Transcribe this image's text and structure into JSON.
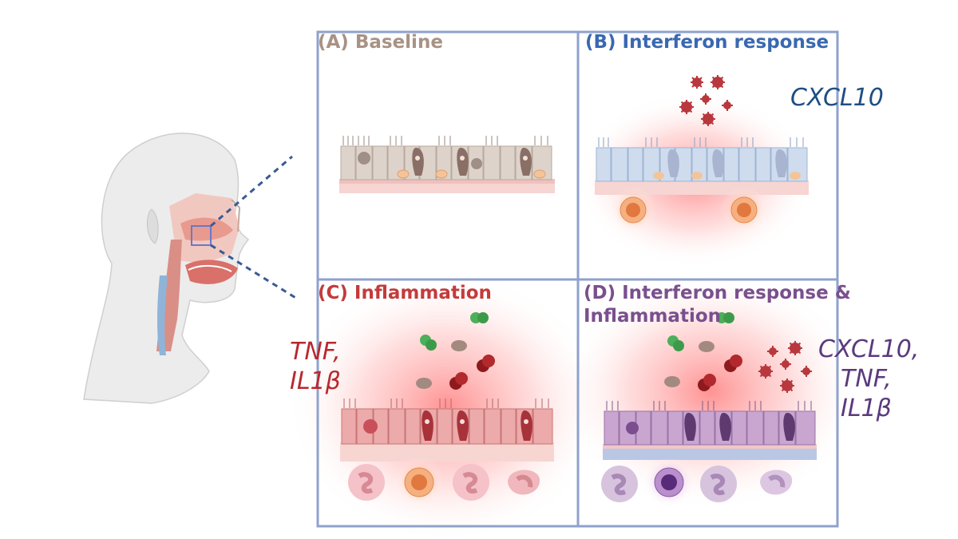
{
  "panels": {
    "a": {
      "title": "(A) Baseline"
    },
    "b": {
      "title": "(B) Interferon response",
      "genes": [
        "CXCL10"
      ]
    },
    "c": {
      "title": "(C) Inflammation",
      "genes": [
        "TNF,",
        "IL1β"
      ]
    },
    "d": {
      "title_line1": "(D) Interferon response &",
      "title_line2": "Inflammation",
      "genes": [
        "CXCL10,",
        "TNF,",
        "IL1β"
      ]
    }
  },
  "colors": {
    "frame": "#8fa2cc",
    "baseline": "#a89284",
    "interferon": "#3a68b0",
    "inflammation": "#c43b3b",
    "combined": "#7a4f8e",
    "gene_b": "#1f4e84",
    "gene_c": "#b8282e",
    "gene_d": "#5a3a7e",
    "zoom_line": "#3a5a96"
  },
  "icons": [
    "head-profile-icon",
    "virus-icon",
    "epithelium-icon",
    "immune-cell-icon"
  ]
}
